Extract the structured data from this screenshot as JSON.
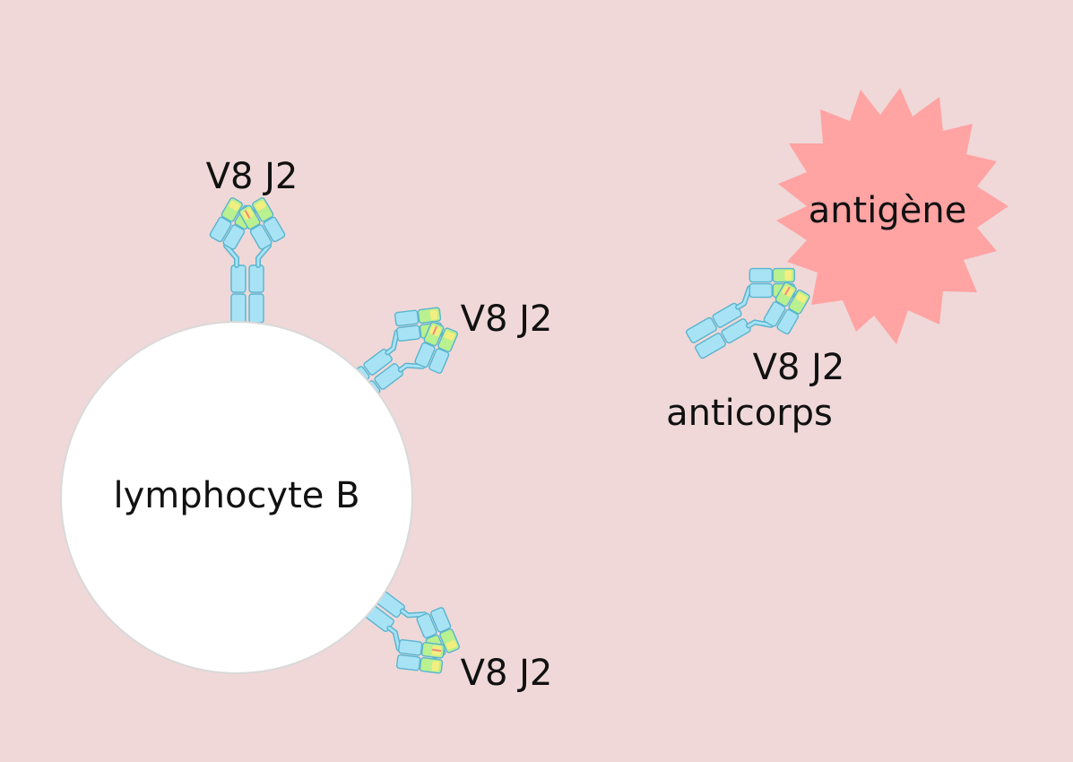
{
  "cell": {
    "label": "lymphocyte B"
  },
  "receptors": [
    {
      "label": "V8 J2"
    },
    {
      "label": "V8 J2"
    },
    {
      "label": "V8 J2"
    }
  ],
  "antigen": {
    "label": "antigène"
  },
  "antibody": {
    "gene_label": "V8 J2",
    "name_label": "anticorps"
  },
  "colors": {
    "background": "#f0d8d8",
    "cell_fill": "#ffffff",
    "cell_stroke": "#d9d9d9",
    "constant_region": "#a8e3f5",
    "variable_region": "#b9f090",
    "hypervariable": "#f2ee80",
    "cdr_mark": "#f08c7a",
    "outline": "#5ab4cf",
    "antigen": "#ffa3a3"
  }
}
